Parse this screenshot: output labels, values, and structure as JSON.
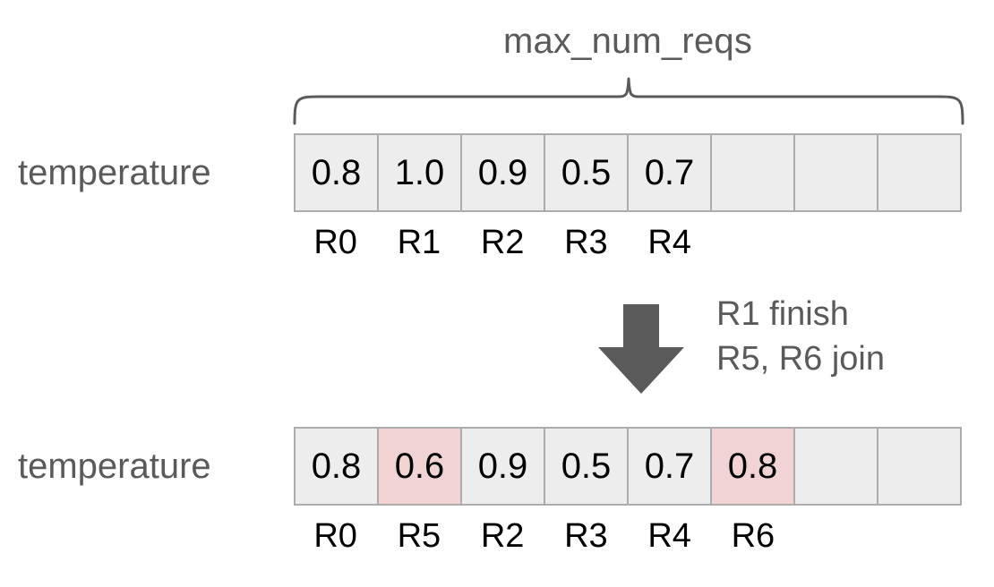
{
  "diagram": {
    "brace_title": "max_num_reqs",
    "rows": [
      {
        "label": "temperature",
        "cells": [
          {
            "value": "0.8",
            "highlight": false
          },
          {
            "value": "1.0",
            "highlight": false
          },
          {
            "value": "0.9",
            "highlight": false
          },
          {
            "value": "0.5",
            "highlight": false
          },
          {
            "value": "0.7",
            "highlight": false
          },
          {
            "value": "",
            "highlight": false
          },
          {
            "value": "",
            "highlight": false
          },
          {
            "value": "",
            "highlight": false
          }
        ],
        "ticks": [
          "R0",
          "R1",
          "R2",
          "R3",
          "R4",
          "",
          "",
          ""
        ]
      },
      {
        "label": "temperature",
        "cells": [
          {
            "value": "0.8",
            "highlight": false
          },
          {
            "value": "0.6",
            "highlight": true
          },
          {
            "value": "0.9",
            "highlight": false
          },
          {
            "value": "0.5",
            "highlight": false
          },
          {
            "value": "0.7",
            "highlight": false
          },
          {
            "value": "0.8",
            "highlight": true
          },
          {
            "value": "",
            "highlight": false
          },
          {
            "value": "",
            "highlight": false
          }
        ],
        "ticks": [
          "R0",
          "R5",
          "R2",
          "R3",
          "R4",
          "R6",
          "",
          ""
        ]
      }
    ],
    "transition": {
      "arrow_icon": "down-arrow-icon",
      "note_line1": "R1 finish",
      "note_line2": "R5, R6 join"
    },
    "colors": {
      "cell_fill": "#ededed",
      "cell_highlight": "#f1d3d3",
      "cell_border": "#acacac",
      "text_gray": "#5a5a5a",
      "text_black": "#000000",
      "arrow": "#5a5a5a"
    }
  }
}
